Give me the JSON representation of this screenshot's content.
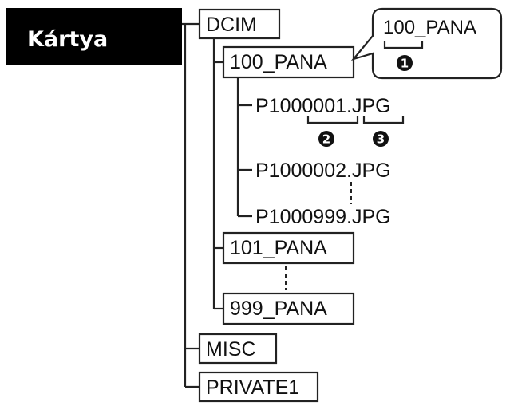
{
  "root": {
    "label": "Kártya"
  },
  "folders": {
    "dcim": "DCIM",
    "pana_100": "100_PANA",
    "pana_101": "101_PANA",
    "pana_999": "999_PANA",
    "misc": "MISC",
    "private1": "PRIVATE1"
  },
  "files": {
    "file1": "P1000001.JPG",
    "file2": "P1000002.JPG",
    "file999": "P1000999.JPG"
  },
  "callout": {
    "label": "100_PANA"
  },
  "markers": {
    "m1": "1",
    "m2": "2",
    "m3": "3"
  },
  "colors": {
    "root_bg": "#000000",
    "line": "#222222",
    "box_bg": "#ffffff"
  }
}
